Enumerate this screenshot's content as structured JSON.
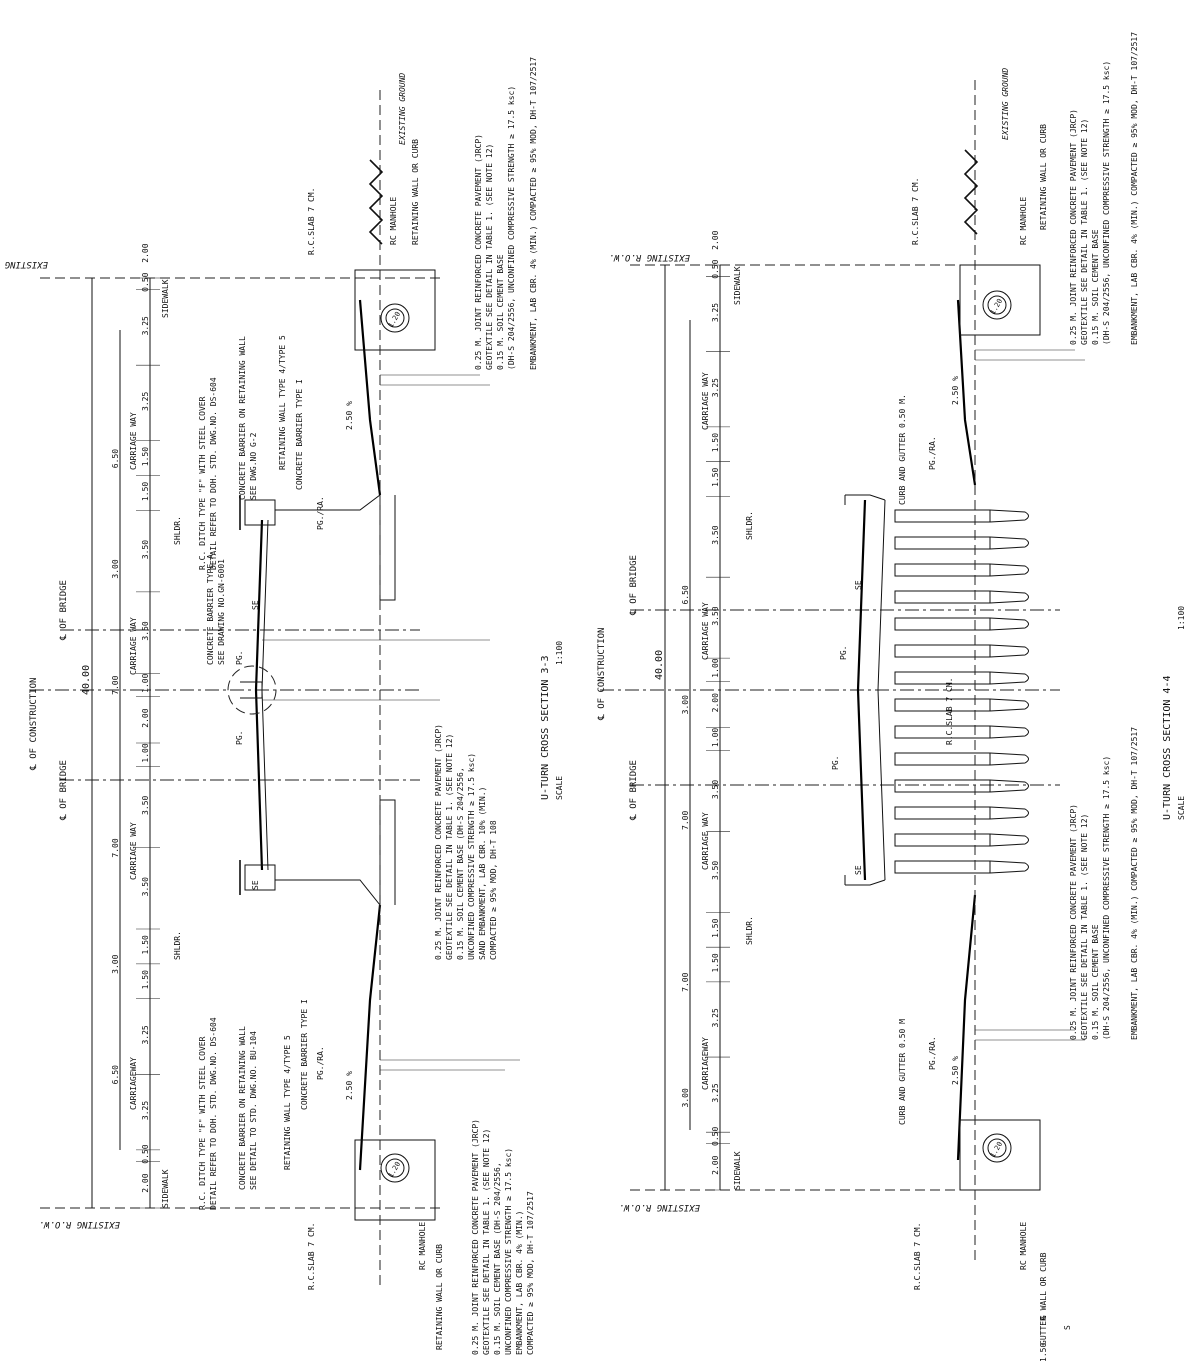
{
  "common": {
    "existing_row": "EXISTING R.O.W.",
    "existing_ground": "EXISTING GROUND",
    "cl_construction": "℄ OF CONSTRUCTION",
    "cl_bridge": "℄ OF BRIDGE",
    "rc_slab": "R.C.SLAB 7 CM.",
    "rc_manhole": "RC MANHOLE",
    "retaining_wall_curb": "RETAINING WALL OR CURB",
    "sidewalk": "SIDEWALK",
    "shldr": "SHLDR.",
    "carriage_way": "CARRIAGE WAY",
    "carriageway": "CARRIAGEWAY",
    "pg": "PG.",
    "pg_ra": "PG./RA.",
    "se": "SE",
    "slope": "2.50 %",
    "pipe": "1.20",
    "total_width": "40.00",
    "scale_label": "SCALE",
    "scale_value": "1:100"
  },
  "section_3_3": {
    "title": "U-TURN CROSS SECTION 3-3",
    "dims_top": [
      "2.00",
      "0.50",
      "3.25",
      "3.25",
      "1.50",
      "1.50",
      "3.50",
      "3.50",
      "1.00",
      "2.00",
      "1.00",
      "3.50",
      "3.50",
      "1.50",
      "1.50",
      "3.25",
      "3.25",
      "0.50",
      "2.00"
    ],
    "dims_group": [
      "6.50",
      "3.00",
      "7.00",
      "7.00",
      "3.00",
      "6.50"
    ],
    "notes_center": [
      "0.25 M. JOINT REINFORCED CONCRETE PAVEMENT (JRCP)",
      "GEOTEXTILE SEE DETAIL IN TABLE 1. (SEE NOTE 12)",
      "0.15 M. SOIL CEMENT BASE (DH-S 204/2556,",
      "UNCONFINED COMPRESSIVE STRENGTH ≥ 17.5 ksc)",
      "SAND EMBANKMENT, LAB CBR. 10% (MIN.)",
      "COMPACTED ≥ 95% MOD, DH-T 108"
    ],
    "notes_top": [
      "0.25 M. JOINT REINFORCED CONCRETE PAVEMENT (JRCP)",
      "GEOTEXTILE SEE DETAIL IN TABLE 1. (SEE NOTE 12)",
      "0.15 M. SOIL CEMENT BASE",
      "(DH-S 204/2556, UNCONFINED COMPRESSIVE STRENGTH ≥ 17.5 ksc)",
      "EMBANKMENT, LAB CBR. 4% (MIN.) COMPACTED ≥ 95% MOD, DH-T 107/2517"
    ],
    "notes_bottom": [
      "0.25 M. JOINT REINFORCED CONCRETE PAVEMENT (JRCP)",
      "GEOTEXTILE SEE DETAIL IN TABLE 1. (SEE NOTE 12)",
      "0.15 M. SOIL CEMENT BASE (DH-S 204/2556,",
      "UNCONFINED COMPRESSIVE STRENGTH ≥ 17.5 ksc)",
      "EMBANKMENT, LAB CBR. 4% (MIN.)",
      "COMPACTED ≥ 95% MOD, DH-T 107/2517"
    ],
    "ditch_top": [
      "R.C. DITCH TYPE \"F\" WITH STEEL COVER",
      "DETAIL REFER TO DOH. STD. DWG.NO. DS-604"
    ],
    "ditch_bottom": [
      "R.C. DITCH TYPE \"F\" WITH STEEL COVER",
      "DETAIL REFER TO DOH. STD. DWG.NO. DS-604"
    ],
    "barrier_retaining_top": [
      "CONCRETE BARRIER ON RETAINING WALL",
      "SEE DWG.NO G-2"
    ],
    "barrier_retaining_bottom": [
      "CONCRETE BARRIER ON RETAINING WALL",
      "SEE DETAIL TO STD. DWG.NO. BU-104"
    ],
    "retaining_type": "RETAINING WALL TYPE 4/TYPE 5",
    "barrier_type1": "CONCRETE BARRIER TYPE I",
    "barrier_type_a": [
      "CONCRETE BARRIER TYPE A",
      "SEE DRAWING NO.GN-6001"
    ]
  },
  "section_4_4": {
    "title": "U-TURN CROSS SECTION 4-4",
    "dims_top": [
      "2.00",
      "0.50",
      "3.25",
      "3.25",
      "1.50",
      "1.50",
      "3.50",
      "3.50",
      "1.00",
      "2.00",
      "1.00",
      "3.50",
      "3.50",
      "1.50",
      "1.50",
      "3.25",
      "3.25",
      "0.50",
      "2.00"
    ],
    "dims_group": [
      "6.50",
      "3.00",
      "7.00",
      "7.00",
      "3.00"
    ],
    "notes_top": [
      "0.25 M. JOINT REINFORCED CONCRETE PAVEMENT (JRCP)",
      "GEOTEXTILE SEE DETAIL IN TABLE 1. (SEE NOTE 12)",
      "0.15 M. SOIL CEMENT BASE",
      "(DH-S 204/2556, UNCONFINED COMPRESSIVE STRENGTH ≥ 17.5 ksc)",
      "EMBANKMENT, LAB CBR. 4% (MIN.) COMPACTED ≥ 95% MOD, DH-T 107/2517"
    ],
    "notes_bottom": [
      "0.25 M. JOINT REINFORCED CONCRETE PAVEMENT (JRCP)",
      "GEOTEXTILE SEE DETAIL IN TABLE 1. (SEE NOTE 12)",
      "0.15 M. SOIL CEMENT BASE",
      "(DH-S 204/2556, UNCONFINED COMPRESSIVE STRENGTH ≥ 17.5 ksc)",
      "EMBANKMENT, LAB CBR. 4% (MIN.) COMPACTED ≥ 95% MOD, DH-T 107/2517"
    ],
    "curb_gutter": "CURB AND GUTTER 0.50 M.",
    "curb_gutter_short": "CURB AND GUTTER 0.50 M",
    "rc_slab_deck": "R.C.SLAB 7 CM.",
    "gutter_fragment": "GUTTER",
    "small_dim": "1.50",
    "retaining_fragment": "G WALL OR CURB",
    "bottom_mark": "S"
  }
}
